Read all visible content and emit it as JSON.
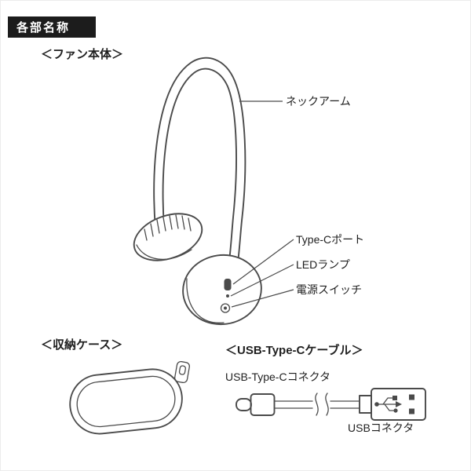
{
  "header": {
    "title": "各部名称"
  },
  "sections": {
    "fan": "＜ファン本体＞",
    "case": "＜収納ケース＞",
    "cable": "＜USB-Type-Cケーブル＞"
  },
  "callouts": {
    "neck_arm": "ネックアーム",
    "type_c_port": "Type-Cポート",
    "led_lamp": "LEDランプ",
    "power_switch": "電源スイッチ",
    "type_c_connector": "USB-Type-Cコネクタ",
    "usb_connector": "USBコネクタ"
  },
  "colors": {
    "header_bg": "#1c1c1c",
    "header_text": "#ffffff",
    "line": "#4a4a4a",
    "text": "#1f1f1f",
    "background": "#ffffff"
  }
}
